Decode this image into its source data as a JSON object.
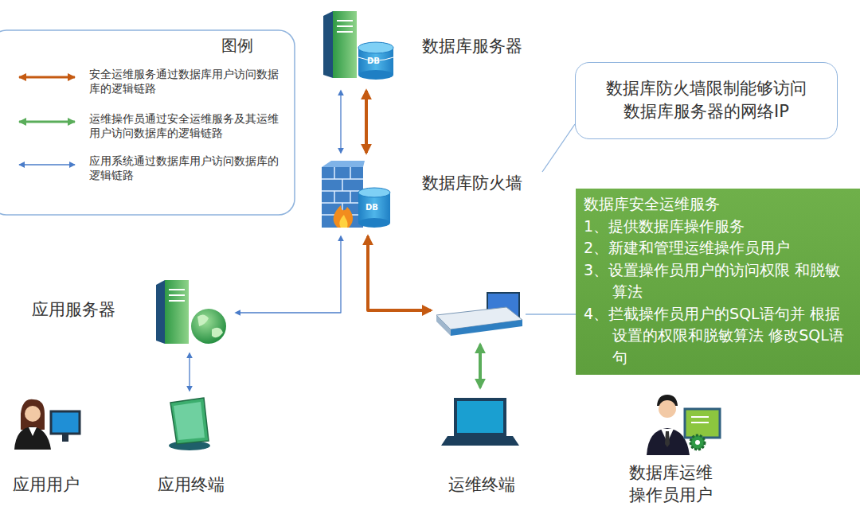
{
  "diagram": {
    "nodes": [
      {
        "text": [
          "数据库服务器"
        ]
      },
      {
        "text": [
          "数据库防火墙"
        ]
      },
      {
        "text": [
          "数据库防火墙限制能够访问数据库服务器的网络IP"
        ]
      },
      {
        "text": [
          "应用服务器"
        ]
      },
      {
        "text": [
          "数据库安全运维服务",
          "1、提供数据库操作服务",
          "2、新建和管理运维操作员用户",
          "3、设置操作员用户的访问权限 和脱敏算法",
          "4、拦截操作员用户的SQL语句并 根据设置的权限和脱敏算法 修改SQL语句"
        ]
      },
      {
        "text": [
          "应用用户"
        ]
      },
      {
        "text": [
          "应用终端"
        ]
      },
      {
        "text": [
          "运维终端"
        ]
      },
      {
        "text": [
          "数据库运维 操作员用户"
        ]
      }
    ],
    "edges": [
      {
        "from": 0,
        "to": 1,
        "arrow": "both"
      },
      {
        "from": 0,
        "to": 1,
        "arrow": "both"
      },
      {
        "from": 1,
        "to": 3,
        "arrow": "both"
      },
      {
        "from": 1,
        "to": 4,
        "arrow": "both"
      },
      {
        "from": 3,
        "to": 6,
        "arrow": "both"
      },
      {
        "from": 4,
        "to": 7,
        "arrow": "both"
      },
      {
        "from": 2,
        "to": 1,
        "arrow": "none"
      }
    ],
    "labels": [
      "图例",
      "DB",
      "DB"
    ],
    "legend": [
      {
        "text": "安全运维服务通过数据库用户访问数据库的逻辑链路"
      },
      {
        "text": "运维操作员通过安全运维服务及其运维用户访问数据库的逻辑链路"
      },
      {
        "text": "应用系统通过数据库用户访问数据库的逻辑链路"
      }
    ]
  }
}
